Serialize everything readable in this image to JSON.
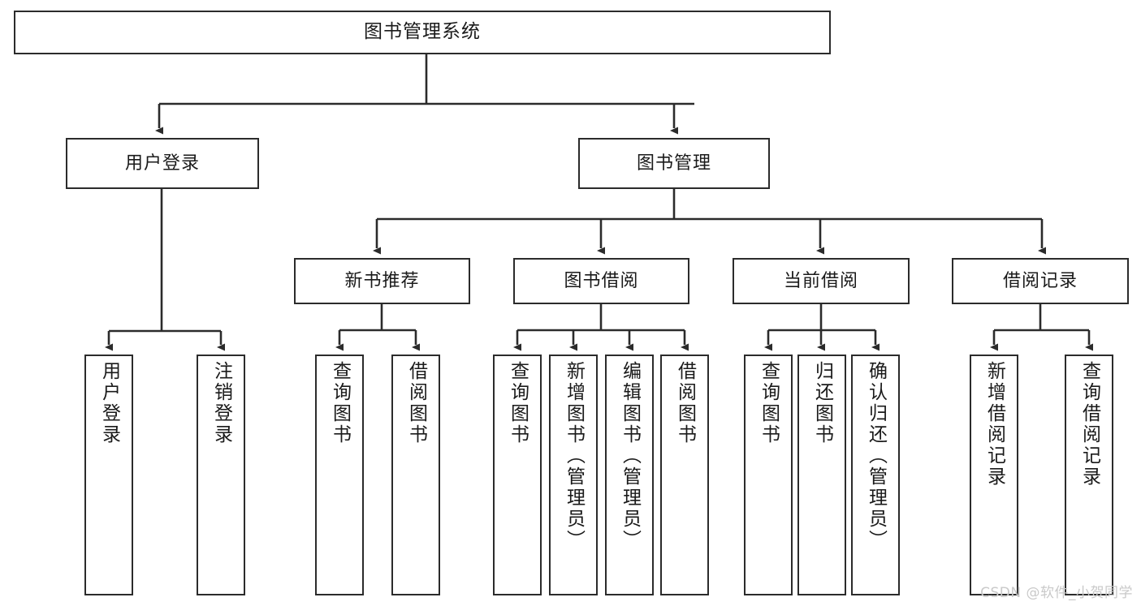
{
  "diagram": {
    "type": "tree",
    "title": "图书管理系统",
    "style": {
      "border_color": "#2b2b2b",
      "box_fill": "#ffffff",
      "background": "#ffffff",
      "text_color": "#1a1a1a",
      "watermark_color": "#c9c9c9"
    },
    "watermark": "CSDN @软件_小贺同学",
    "nodes": {
      "root": {
        "label": "图书管理系统"
      },
      "level2": [
        {
          "label": "用户登录"
        },
        {
          "label": "图书管理"
        }
      ],
      "level3": [
        {
          "label": "新书推荐"
        },
        {
          "label": "图书借阅"
        },
        {
          "label": "当前借阅"
        },
        {
          "label": "借阅记录"
        }
      ],
      "leaves": {
        "user_login": [
          {
            "label": "用户登录"
          },
          {
            "label": "注销登录"
          }
        ],
        "new_book": [
          {
            "label": "查询图书"
          },
          {
            "label": "借阅图书"
          }
        ],
        "borrow_book": [
          {
            "label": "查询图书"
          },
          {
            "label": "新增图书（管理员）"
          },
          {
            "label": "编辑图书（管理员）"
          },
          {
            "label": "借阅图书"
          }
        ],
        "current_borrow": [
          {
            "label": "查询图书"
          },
          {
            "label": "归还图书"
          },
          {
            "label": "确认归还（管理员）"
          }
        ],
        "borrow_record": [
          {
            "label": "新增借阅记录"
          },
          {
            "label": "查询借阅记录"
          }
        ]
      }
    }
  }
}
